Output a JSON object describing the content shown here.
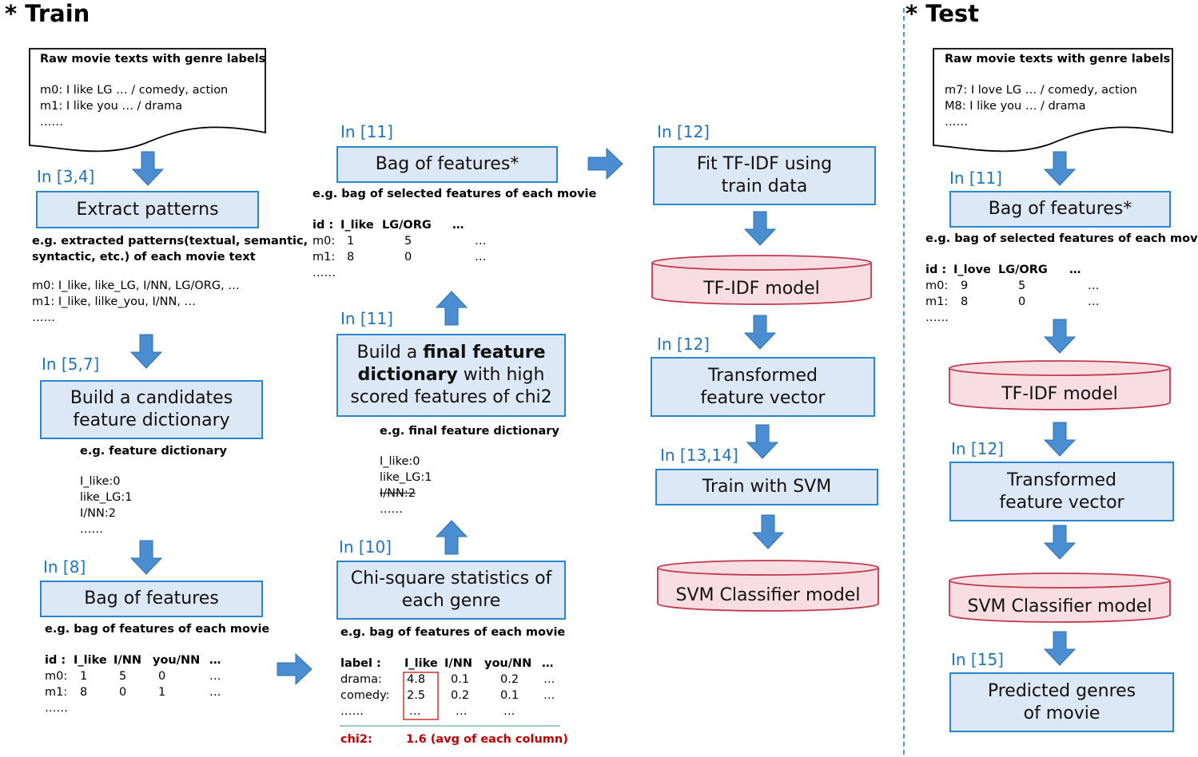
{
  "train": {
    "title": "* Train",
    "raw_doc": {
      "title": "Raw movie texts with genre labels",
      "lines": [
        "m0: I like LG … / comedy, action",
        "m1: I like you … / drama",
        "……"
      ]
    },
    "extract": {
      "in": "In [3,4]",
      "box": "Extract patterns",
      "caption": [
        "e.g. extracted patterns(textual, semantic,",
        "syntactic, etc.) of each movie text"
      ],
      "lines": [
        "m0: I_like, like_LG, I/NN, LG/ORG, …",
        "m1: I_like, lilke_you, I/NN, …",
        "……"
      ]
    },
    "candidates": {
      "in": "In [5,7]",
      "box": [
        "Build a candidates",
        "feature dictionary"
      ],
      "caption": "e.g. feature dictionary",
      "lines": [
        "I_like:0",
        "like_LG:1",
        "I/NN:2",
        "……"
      ]
    },
    "bag": {
      "in": "In [8]",
      "box": "Bag of features",
      "caption": "e.g. bag of features of each movie",
      "table": {
        "header": [
          "id :",
          "I_like",
          "I/NN",
          "you/NN",
          "…"
        ],
        "rows": [
          [
            "m0:",
            "1",
            "5",
            "0",
            "…"
          ],
          [
            "m1:",
            "8",
            "0",
            "1",
            "…"
          ]
        ],
        "more": "……"
      }
    },
    "chisq": {
      "in": "In [10]",
      "box": [
        "Chi-square statistics of",
        "each genre"
      ],
      "caption": "e.g. bag of features of each movie",
      "table": {
        "header": [
          "label :",
          "I_like",
          "I/NN",
          "you/NN",
          "…"
        ],
        "rows": [
          [
            "drama:",
            "4.8",
            "0.1",
            "0.2",
            "…"
          ],
          [
            "comedy:",
            "2.5",
            "0.2",
            "0.1",
            "…"
          ],
          [
            "……",
            "…",
            "…",
            "…",
            ""
          ]
        ]
      },
      "chi2_label": "chi2:",
      "chi2_value": "1.6 (avg of each column)"
    },
    "final_dict": {
      "in": "In [11]",
      "box_parts": [
        "Build a ",
        "final feature",
        "dictionary",
        " with high",
        "scored features of chi2"
      ],
      "caption": "e.g. final feature dictionary",
      "lines": [
        "I_like:0",
        "like_LG:1",
        "I/NN:2",
        "……"
      ]
    },
    "selected": {
      "in": "In [11]",
      "box": "Bag of features*",
      "caption": "e.g. bag of selected features of each movie",
      "table": {
        "header": [
          "id :",
          "I_like",
          "LG/ORG",
          "…"
        ],
        "rows": [
          [
            "m0:",
            "1",
            "5",
            "…"
          ],
          [
            "m1:",
            "8",
            "0",
            "…"
          ]
        ],
        "more": "……"
      }
    },
    "fit": {
      "in": "In [12]",
      "box": [
        "Fit TF-IDF using",
        "train data"
      ]
    },
    "tfidf_model": "TF-IDF model",
    "transform": {
      "in": "In [12]",
      "box": [
        "Transformed",
        "feature vector"
      ]
    },
    "svm_train": {
      "in": "In [13,14]",
      "box": "Train with SVM"
    },
    "svm_model": "SVM Classifier model"
  },
  "test": {
    "title": "* Test",
    "raw_doc": {
      "title": "Raw movie texts with genre labels",
      "lines": [
        "m7: I love LG … / comedy, action",
        "M8: I like you … / drama",
        "……"
      ]
    },
    "selected": {
      "in": "In [11]",
      "box": "Bag of features*",
      "caption": "e.g. bag of selected features of each movie",
      "table": {
        "header": [
          "id :",
          "I_love",
          "LG/ORG",
          "…"
        ],
        "rows": [
          [
            "m0:",
            "9",
            "5",
            "…"
          ],
          [
            "m1:",
            "8",
            "0",
            "…"
          ]
        ],
        "more": "……"
      }
    },
    "tfidf_model": "TF-IDF model",
    "transform": {
      "in": "In [12]",
      "box": [
        "Transformed",
        "feature vector"
      ]
    },
    "svm_model": "SVM Classifier model",
    "predict": {
      "in": "In [15]",
      "box": [
        "Predicted genres",
        "of movie"
      ]
    }
  },
  "colors": {
    "box_fill": "#dce8f5",
    "box_border": "#2a86cf",
    "cylinder_fill": "#f8dde3",
    "cylinder_border": "#c0394f",
    "arrow": "#4a8ed1",
    "in_label": "#1f74c0",
    "chi2": "#c00000"
  }
}
